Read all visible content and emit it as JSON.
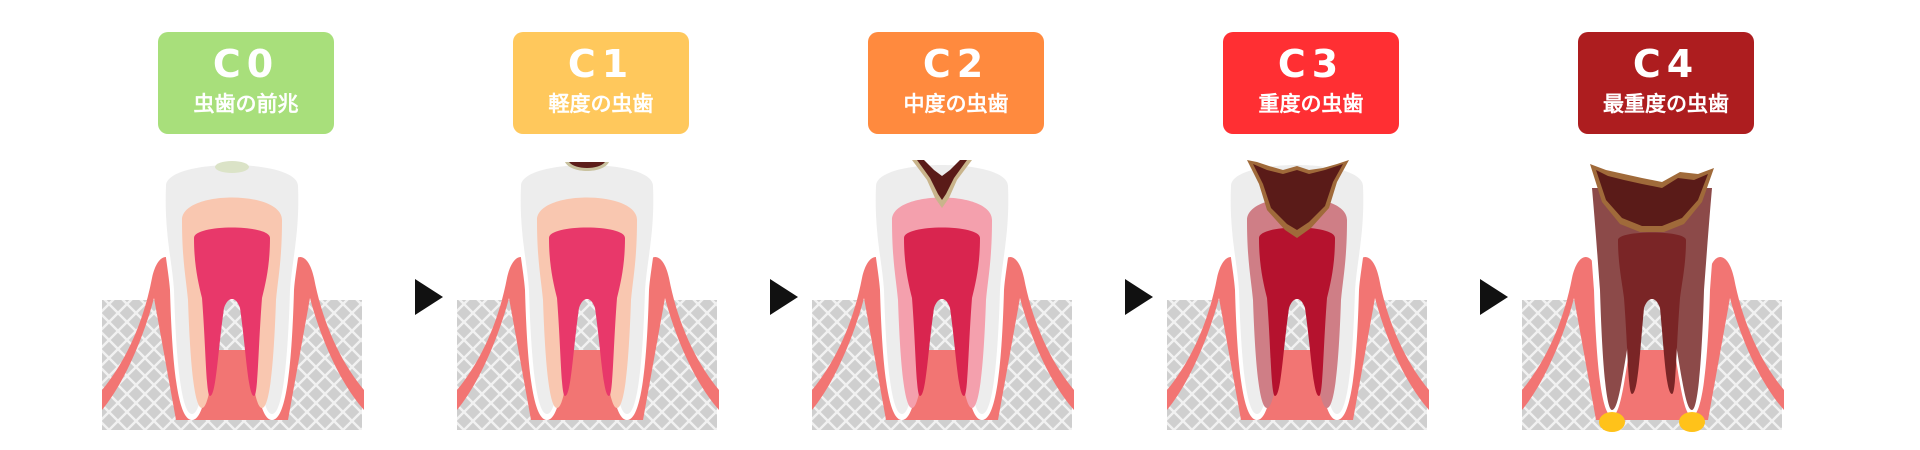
{
  "stages": [
    {
      "code": "C0",
      "label": "虫歯の前兆",
      "color": "#a8df7b"
    },
    {
      "code": "C1",
      "label": "軽度の虫歯",
      "color": "#ffc85c"
    },
    {
      "code": "C2",
      "label": "中度の虫歯",
      "color": "#ff8a3e"
    },
    {
      "code": "C3",
      "label": "重度の虫歯",
      "color": "#ff2f33"
    },
    {
      "code": "C4",
      "label": "最重度の虫歯",
      "color": "#ad1d1f"
    }
  ],
  "arrows": [
    "arrow-right-icon",
    "arrow-right-icon",
    "arrow-right-icon",
    "arrow-right-icon"
  ]
}
